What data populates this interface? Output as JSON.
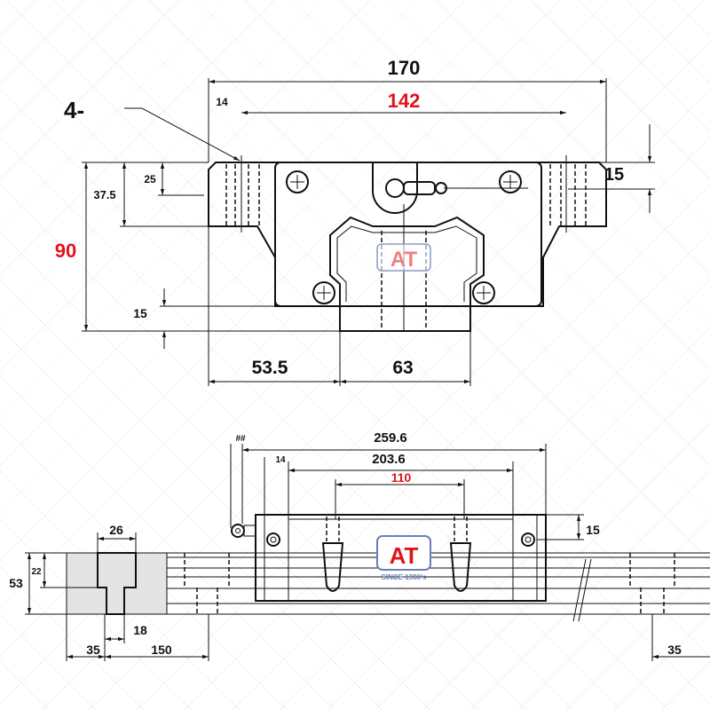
{
  "front_view": {
    "note_label": "4-",
    "dim_overall_width": "170",
    "dim_hole_spacing": "142",
    "dim_hole_edge": "14",
    "dim_flange_thickness": "15",
    "dim_25": "25",
    "dim_37_5": "37.5",
    "dim_height": "90",
    "dim_rail_clearance": "15",
    "dim_53_5": "53.5",
    "dim_rail_width": "63"
  },
  "side_view": {
    "dim_nipple": "##",
    "dim_block_length": "259.6",
    "dim_body_length": "203.6",
    "dim_14": "14",
    "dim_hole_pitch_length": "110",
    "dim_15": "15",
    "dim_26": "26",
    "dim_22": "22",
    "dim_53": "53",
    "dim_18": "18",
    "dim_35_left": "35",
    "dim_150": "150",
    "dim_35_right": "35"
  },
  "logo": {
    "mark": "AT",
    "tagline": "SINCE 1980's",
    "color": "#e0141e",
    "border": "#6a7fb8"
  }
}
